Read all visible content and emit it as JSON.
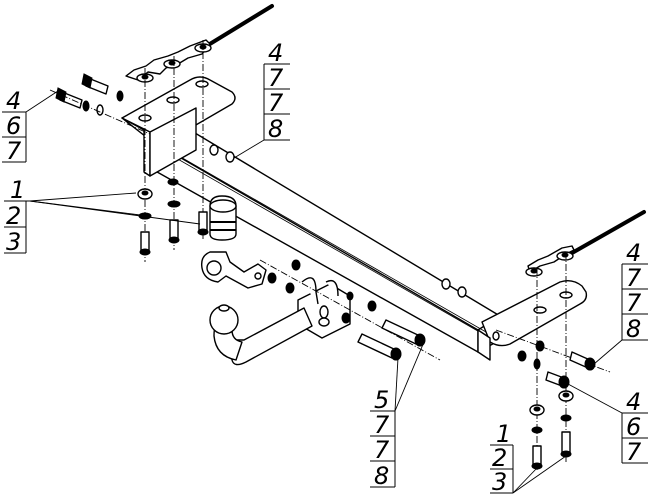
{
  "diagram": {
    "title": "Towbar assembly exploded view",
    "callouts": {
      "top_left_bolts": [
        "4",
        "6",
        "7"
      ],
      "left_washers": [
        "1",
        "2",
        "3"
      ],
      "top_right_crossbar": [
        "4",
        "7",
        "7",
        "8"
      ],
      "right_bracket_bolts": [
        "4",
        "7",
        "7",
        "8"
      ],
      "right_lower_bolts": [
        "4",
        "6",
        "7"
      ],
      "center_bolts": [
        "5",
        "7",
        "7",
        "8"
      ],
      "bottom_right_washers": [
        "1",
        "2",
        "3"
      ]
    },
    "parts": [
      "crossbar-beam",
      "left-mounting-bracket",
      "right-mounting-bracket",
      "tow-ball",
      "ball-cap",
      "socket-plate",
      "swan-neck-arm",
      "safety-cable-left",
      "safety-cable-right"
    ]
  }
}
